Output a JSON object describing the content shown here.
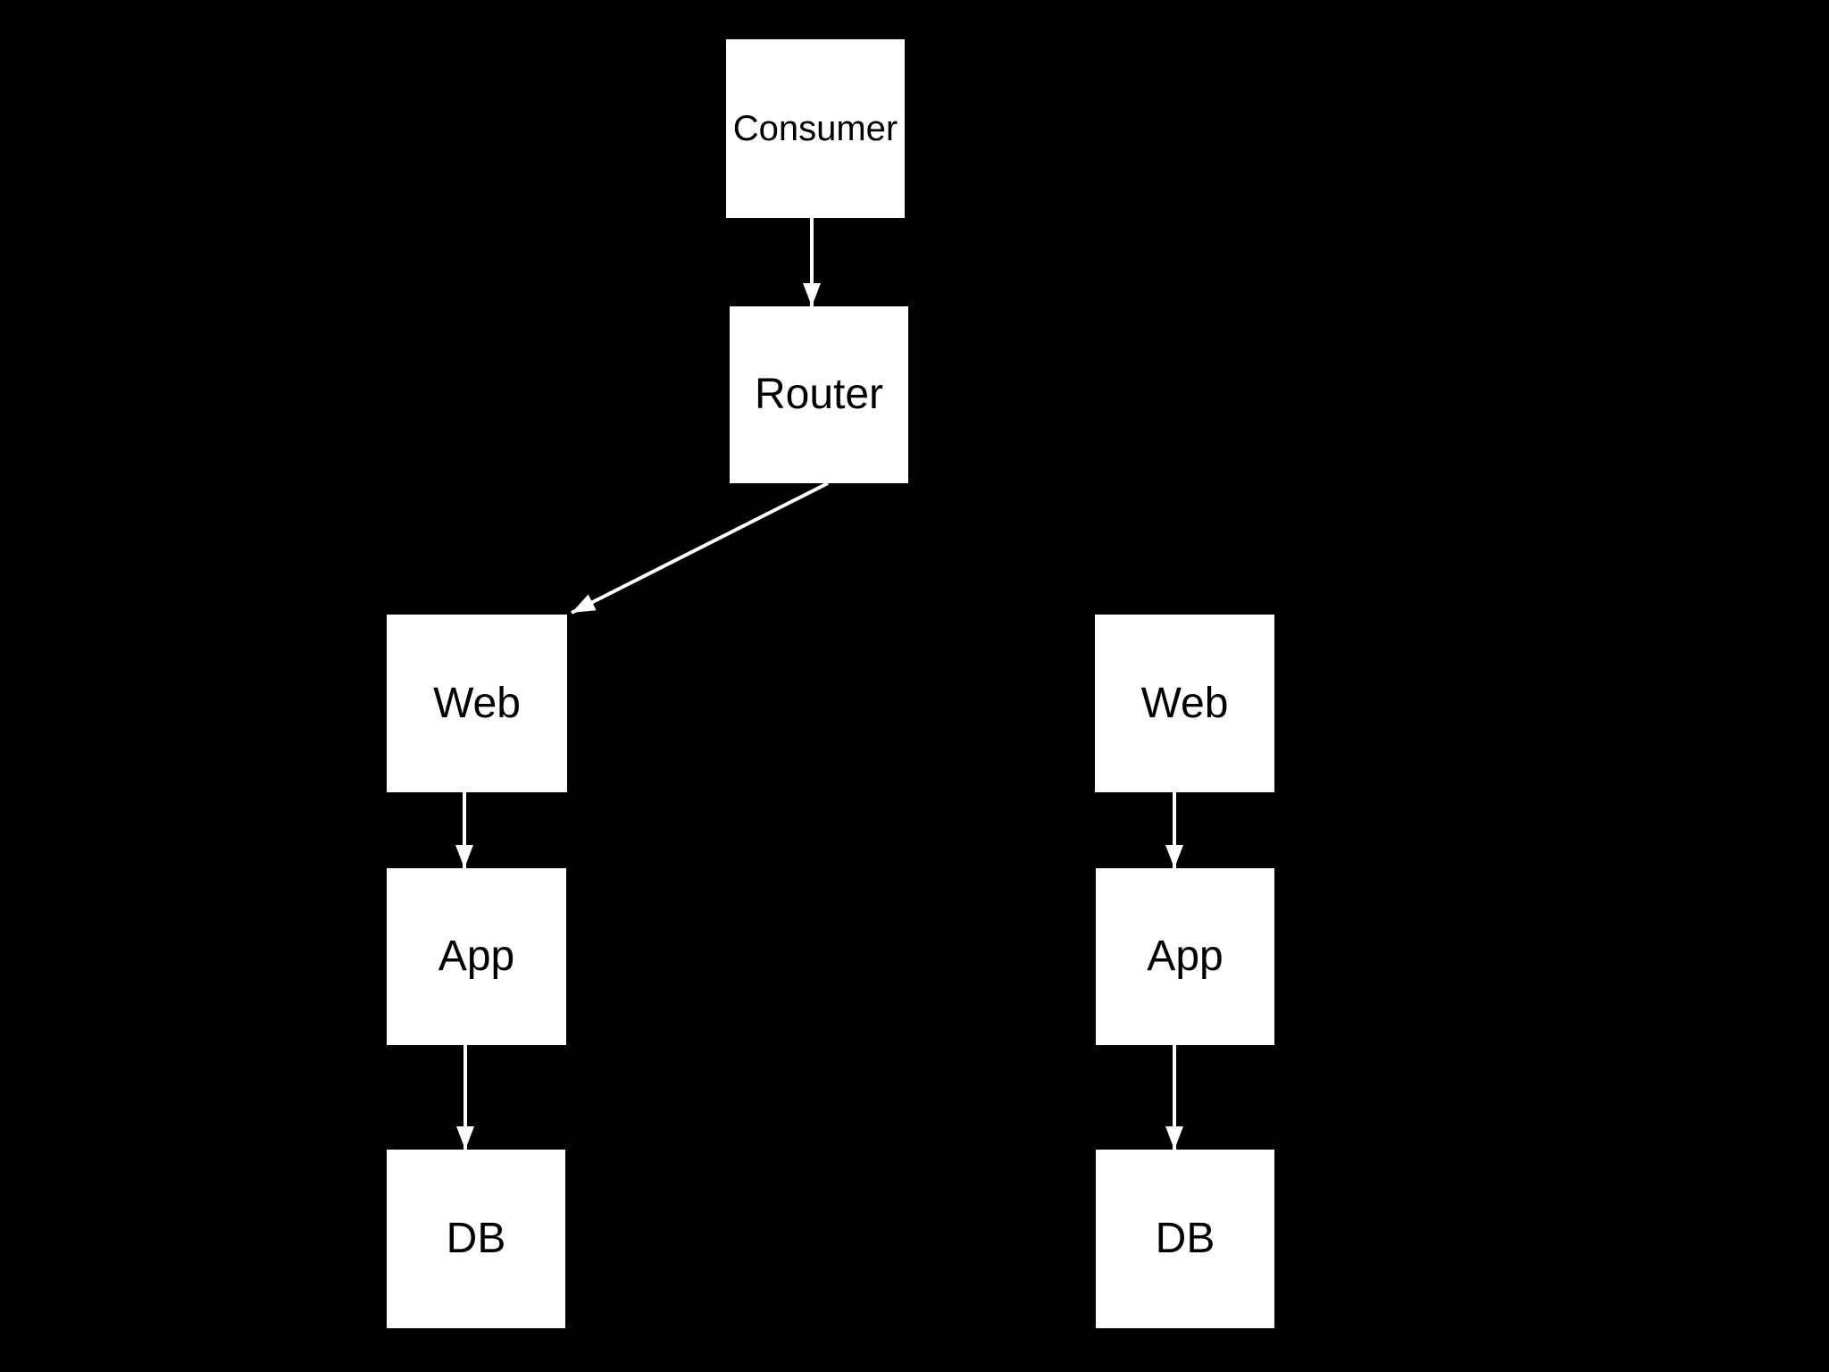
{
  "diagram": {
    "colors": {
      "background": "#000000",
      "node_fill": "#ffffff",
      "node_text": "#000000",
      "edge": "#ffffff"
    },
    "nodes": [
      {
        "id": "consumer",
        "label": "Consumer"
      },
      {
        "id": "router",
        "label": "Router"
      },
      {
        "id": "web-left",
        "label": "Web"
      },
      {
        "id": "app-left",
        "label": "App"
      },
      {
        "id": "db-left",
        "label": "DB"
      },
      {
        "id": "web-right",
        "label": "Web"
      },
      {
        "id": "app-right",
        "label": "App"
      },
      {
        "id": "db-right",
        "label": "DB"
      }
    ],
    "edges": [
      {
        "from": "consumer",
        "to": "router"
      },
      {
        "from": "router",
        "to": "web-left"
      },
      {
        "from": "web-left",
        "to": "app-left"
      },
      {
        "from": "app-left",
        "to": "db-left"
      },
      {
        "from": "web-right",
        "to": "app-right"
      },
      {
        "from": "app-right",
        "to": "db-right"
      }
    ]
  }
}
